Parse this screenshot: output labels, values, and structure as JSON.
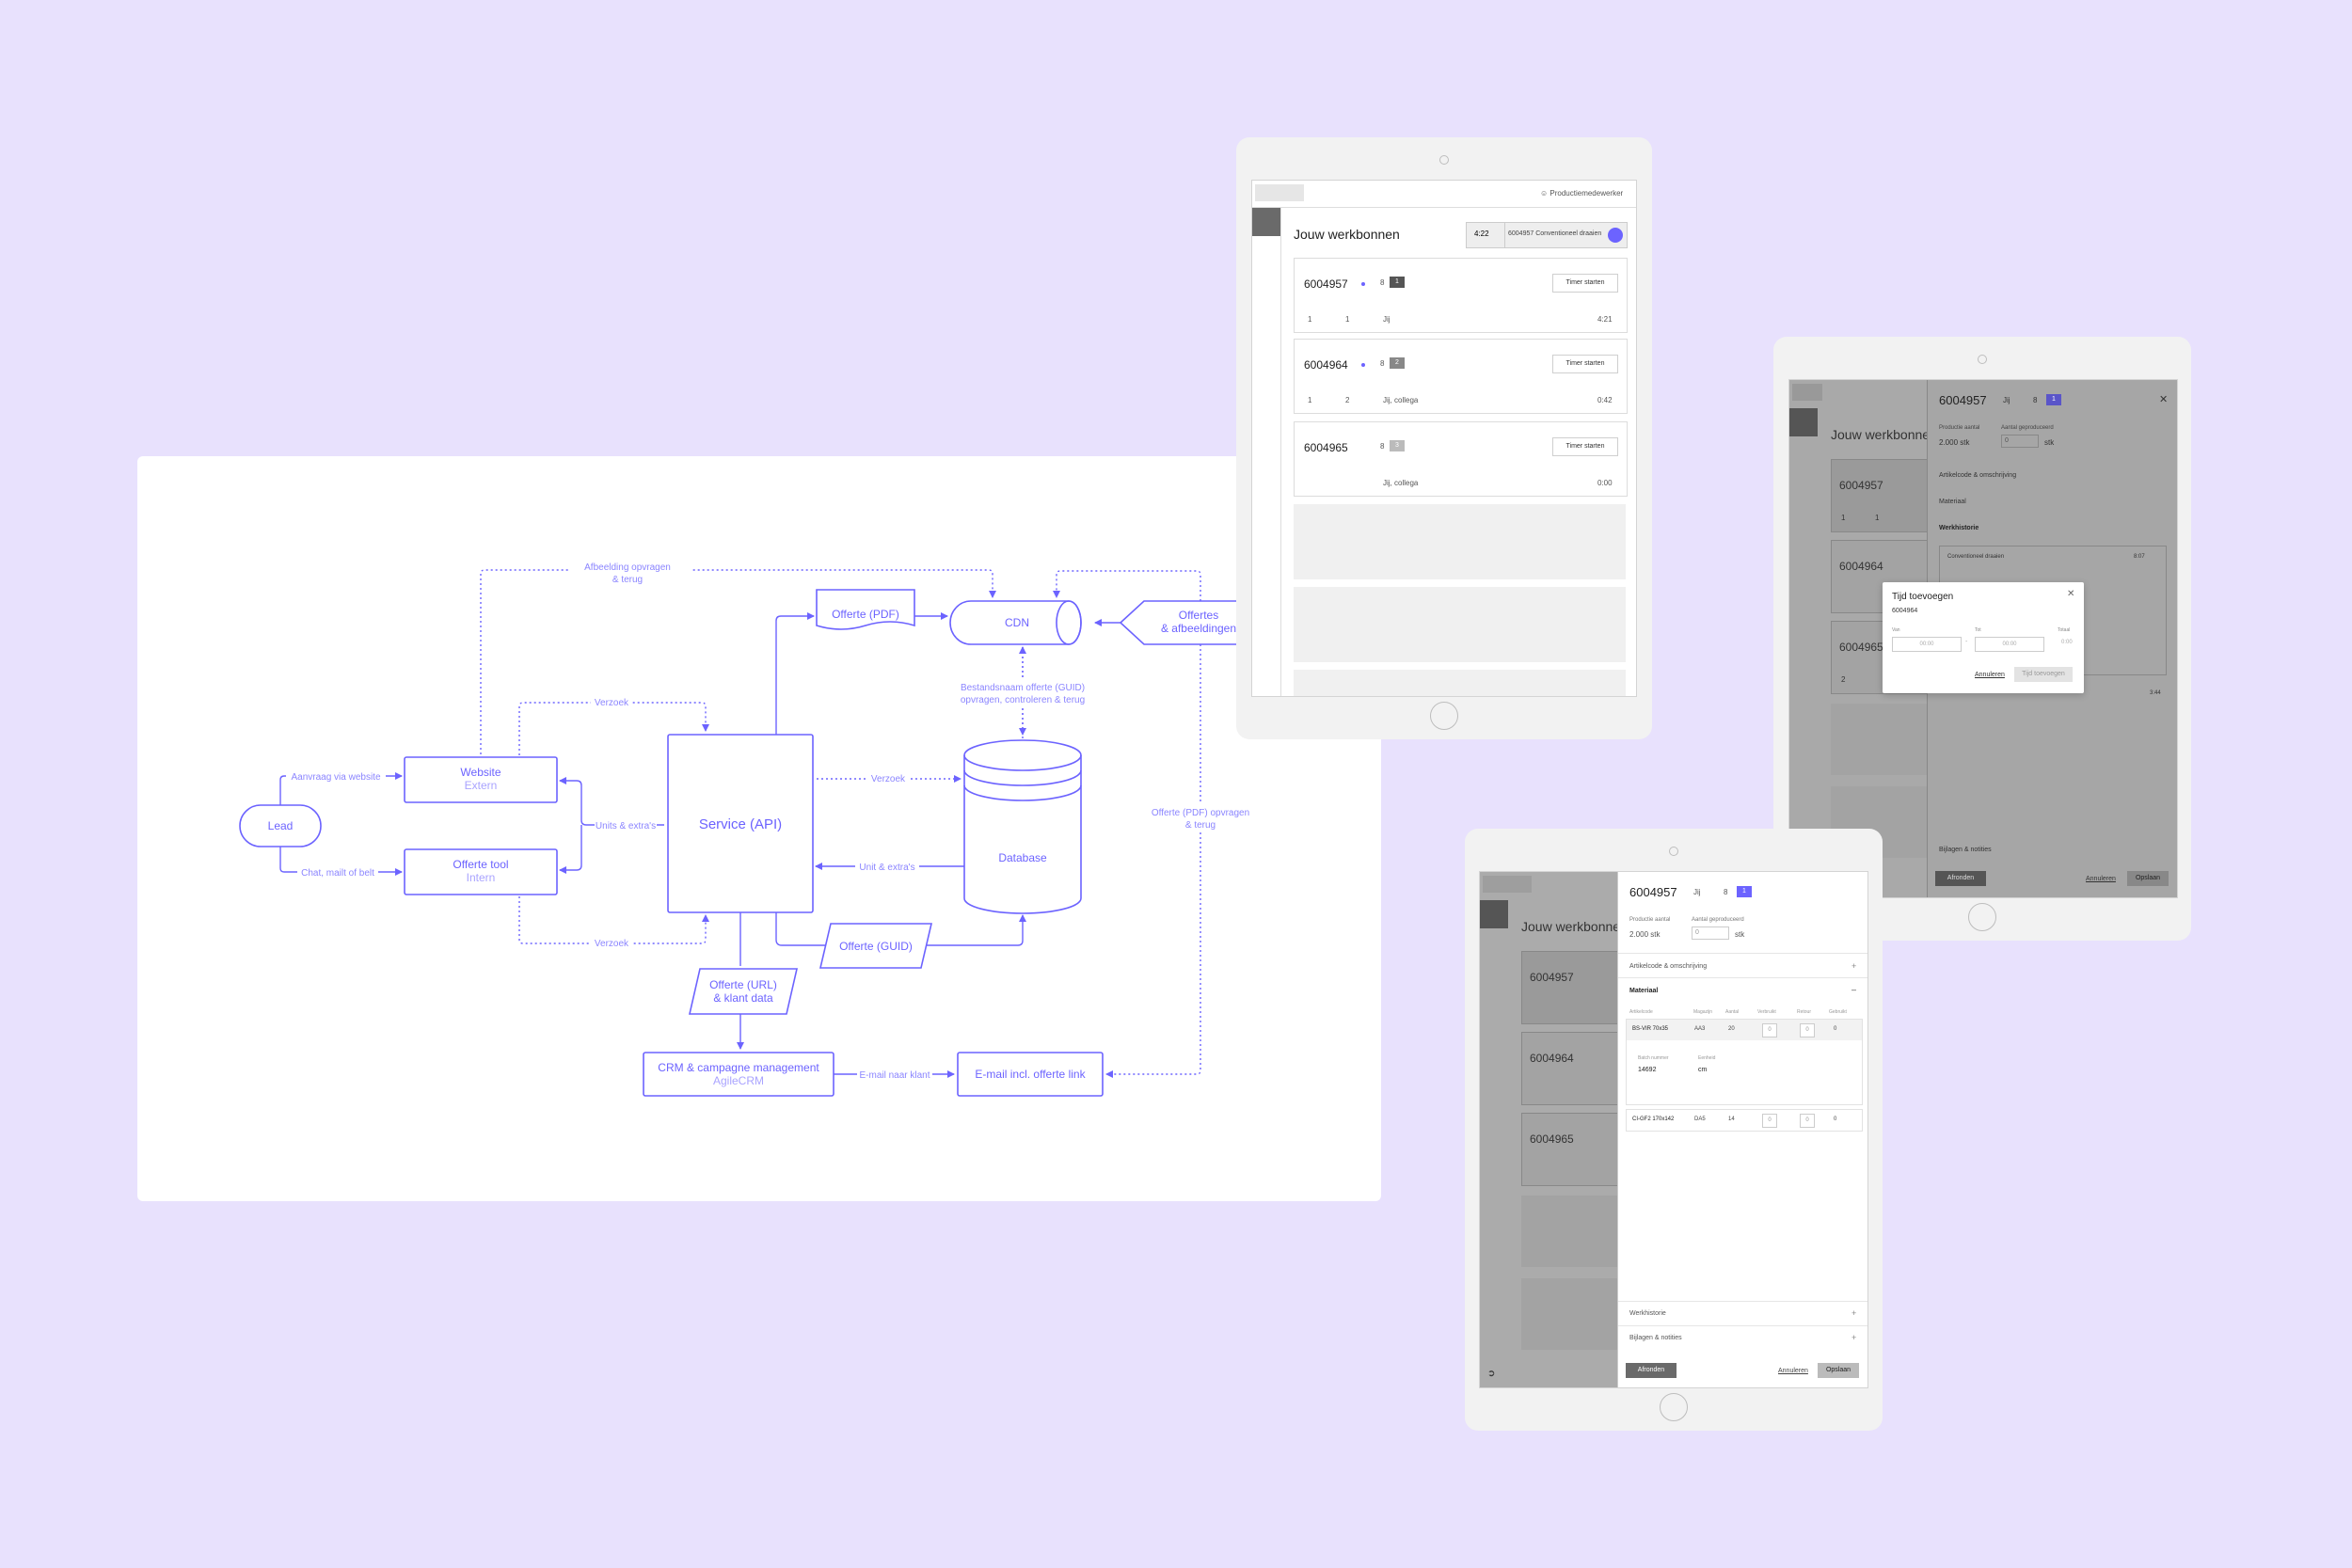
{
  "diagram": {
    "nodes": {
      "lead": "Lead",
      "website_title": "Website",
      "website_sub": "Extern",
      "offerte_tool_title": "Offerte tool",
      "offerte_tool_sub": "Intern",
      "service": "Service (API)",
      "cdn": "CDN",
      "database": "Database",
      "offerte_pdf": "Offerte (PDF)",
      "offertes_afb_1": "Offertes",
      "offertes_afb_2": "& afbeeldingen",
      "offerte_guid": "Offerte (GUID)",
      "offerte_url_1": "Offerte (URL)",
      "offerte_url_2": "& klant data",
      "crm_title": "CRM & campagne management",
      "crm_sub": "AgileCRM",
      "email": "E-mail incl. offerte link"
    },
    "edges": {
      "afbeelding_1": "Afbeelding opvragen",
      "afbeelding_2": "& terug",
      "verzoek_top": "Verzoek",
      "verzoek_mid": "Verzoek",
      "verzoek_bottom": "Verzoek",
      "aanvraag": "Aanvraag via website",
      "chat": "Chat, mailt of belt",
      "units": "Units & extra's",
      "unit_db": "Unit & extra's",
      "bestandsnaam_1": "Bestandsnaam offerte (GUID)",
      "bestandsnaam_2": "opvragen, controleren & terug",
      "pdf_opvragen_1": "Offerte (PDF) opvragen",
      "pdf_opvragen_2": "& terug",
      "email_klant": "E-mail naar klant"
    }
  },
  "tablet1": {
    "role": "Productiemedewerker",
    "title": "Jouw werkbonnen",
    "timer_time": "4:22",
    "timer_label": "6004957 Conventioneel draaien",
    "orders": [
      {
        "id": "6004957",
        "count": "8",
        "badge": "1",
        "files": "1",
        "comments": "1",
        "who": "Jij",
        "time": "4:21",
        "button": "Timer starten"
      },
      {
        "id": "6004964",
        "count": "8",
        "badge": "2",
        "files": "1",
        "comments": "2",
        "who": "Jij, collega",
        "time": "0:42",
        "button": "Timer starten"
      },
      {
        "id": "6004965",
        "count": "8",
        "badge": "3",
        "files": "",
        "comments": "",
        "who": "Jij, collega",
        "time": "0:00",
        "button": "Timer starten"
      }
    ]
  },
  "tablet2": {
    "title": "Jouw werkbonnen",
    "order_id": "6004957",
    "who": "Jij",
    "count": "8",
    "badge": "1",
    "product_label": "Productie aantal",
    "made_label": "Aantal geproduceerd",
    "qty": "2.000 stk",
    "input_val": "0",
    "unit": "stk",
    "sections": [
      "Artikelcode & omschrijving",
      "Materiaal",
      "Werkhistorie"
    ],
    "history_title": "Conventioneel draaien",
    "history_time": "8:07",
    "history_total": "3:44",
    "list_ids": [
      "6004957",
      "6004964",
      "6004965"
    ],
    "list_counts": [
      "1",
      "1",
      "2"
    ],
    "attachments": "Bijlagen & notities",
    "modal": {
      "title": "Tijd toevoegen",
      "order": "6004964",
      "from_label": "Van",
      "to_label": "Tot",
      "total_label": "Totaal",
      "from_ph": "00:00",
      "to_ph": "00:00",
      "total_val": "0:00",
      "cancel": "Annuleren",
      "submit": "Tijd toevoegen"
    },
    "finish": "Afronden",
    "cancel": "Annuleren",
    "save": "Opslaan"
  },
  "tablet3": {
    "title": "Jouw werkbonnen",
    "order_id": "6004957",
    "who": "Jij",
    "count": "8",
    "badge": "1",
    "product_label": "Productie aantal",
    "made_label": "Aantal geproduceerd",
    "qty": "2.000 stk",
    "input_val": "0",
    "unit": "stk",
    "artikel": "Artikelcode & omschrijving",
    "materiaal": "Materiaal",
    "table_headers": [
      "Artikelcode",
      "Magazijn",
      "Aantal",
      "Verbruikt",
      "Retour",
      "Gebruikt"
    ],
    "rows": [
      {
        "code": "BS-VIR 70x35",
        "mag": "AA3",
        "aantal": "20",
        "verbruikt": "0",
        "retour": "0",
        "gebruikt": "0"
      },
      {
        "code": "CI-GF2 170x142",
        "mag": "DA5",
        "aantal": "14",
        "verbruikt": "0",
        "retour": "0",
        "gebruikt": "0"
      }
    ],
    "batch_label": "Batch nummer",
    "batch_val": "14692",
    "eenheid_label": "Eenheid",
    "eenheid_val": "cm",
    "werkhistorie": "Werkhistorie",
    "attachments": "Bijlagen & notities",
    "list_ids": [
      "6004957",
      "6004964",
      "6004965"
    ],
    "finish": "Afronden",
    "cancel": "Annuleren",
    "save": "Opslaan"
  },
  "colors": {
    "accent": "#6c63ff",
    "background": "#e8e1fd"
  }
}
